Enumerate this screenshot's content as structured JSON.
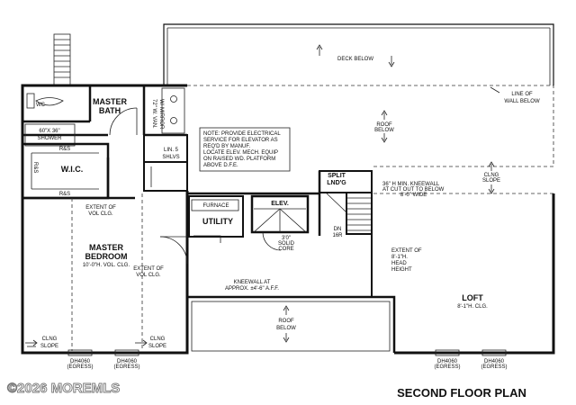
{
  "plan": {
    "title": "SECOND FLOOR PLAN",
    "watermark": "©2026 MOREMLS",
    "rooms": {
      "master_bath_1": "MASTER",
      "master_bath_2": "BATH",
      "wc": "WC",
      "shower_1": "60\"X 36\"",
      "shower_2": "SHOWER",
      "vanity_1": "72\" W. VAN.",
      "vanity_2": "W/ MIRROR",
      "wic": "W.I.C.",
      "rs_top": "R&S",
      "rs_bottom": "R&S",
      "rs_side": "R&S",
      "lin_1": "LIN. 5",
      "lin_2": "SHLVS",
      "master_bedroom_1": "MASTER",
      "master_bedroom_2": "BEDROOM",
      "master_bedroom_clg": "10'-0\"H. VOL. CLG.",
      "furnace": "FURNACE",
      "utility": "UTILITY",
      "elev": "ELEV.",
      "solid_core_1": "3'0\"",
      "solid_core_2": "SOLID",
      "solid_core_3": "CORE",
      "split_1": "SPLIT",
      "split_2": "LND'G",
      "dn_1": "DN",
      "dn_2": "16R",
      "loft": "LOFT",
      "loft_clg": "8'-1\"H. CLG."
    },
    "notes": {
      "deck_below": "DECK BELOW",
      "roof_below_top_1": "ROOF",
      "roof_below_top_2": "BELOW",
      "roof_below_bottom_1": "ROOF",
      "roof_below_bottom_2": "BELOW",
      "line_of_wall_1": "LINE OF",
      "line_of_wall_2": "WALL BELOW",
      "elec_1": "NOTE: PROVIDE ELECTRICAL",
      "elec_2": "SERVICE FOR ELEVATOR AS",
      "elec_3": "REQ'D BY MANUF.",
      "elec_4": "LOCATE ELEV. MECH. EQUIP",
      "elec_5": "ON RAISED WD. PLATFORM",
      "elec_6": "ABOVE D.F.E.",
      "kneewall_top_1": "36\" H MIN. KNEEWALL",
      "kneewall_top_2": "AT CUT OUT TO BELOW",
      "kneewall_top_3": "8'-0\" WIDE",
      "clng_slope_right_1": "CLNG",
      "clng_slope_right_2": "SLOPE",
      "extent_vol_a_1": "EXTENT OF",
      "extent_vol_a_2": "VOL CLG.",
      "extent_vol_b_1": "EXTENT OF",
      "extent_vol_b_2": "VOL CLG.",
      "extent_head_1": "EXTENT OF",
      "extent_head_2": "8'-1\"H.",
      "extent_head_3": "HEAD",
      "extent_head_4": "HEIGHT",
      "kneewall_bottom_1": "KNEEWALL AT",
      "kneewall_bottom_2": "APPROX. ±4'-6\" A.F.F.",
      "clng_slope_left_1": "CLNG",
      "clng_slope_left_2": "SLOPE",
      "clng_slope_mid_1": "CLNG",
      "clng_slope_mid_2": "SLOPE"
    },
    "windows": {
      "w1_1": "DH4060",
      "w1_2": "(EGRESS)",
      "w2_1": "DH4060",
      "w2_2": "(EGRESS)",
      "w3_1": "DH4060",
      "w3_2": "(EGRESS)",
      "w4_1": "DH4060",
      "w4_2": "(EGRESS)"
    }
  }
}
